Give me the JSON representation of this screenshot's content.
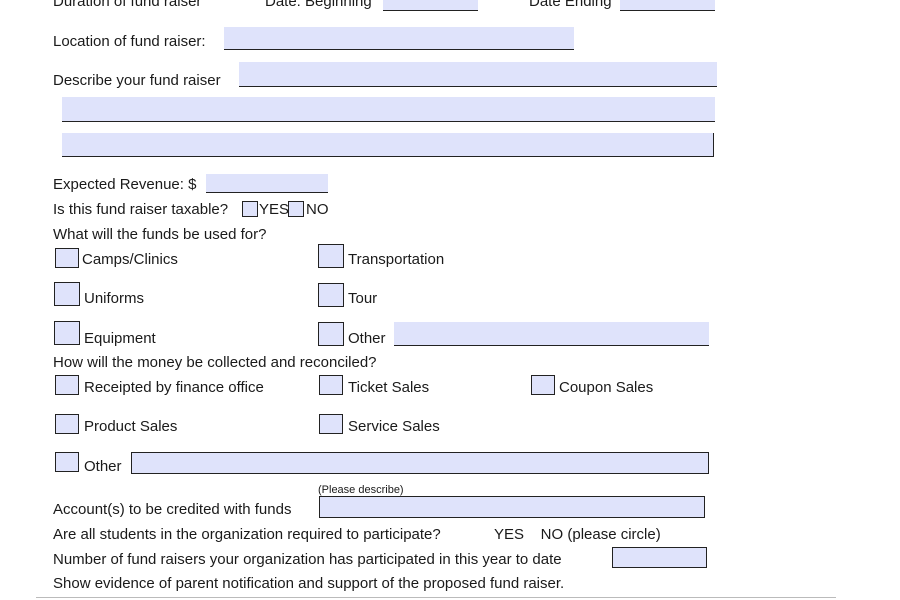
{
  "form": {
    "duration_label": "Duration of fund raiser",
    "date_beginning_label": "Date: Beginning",
    "date_ending_label": "Date Ending",
    "location_label": "Location of fund raiser:",
    "describe_label": "Describe your fund raiser",
    "expected_revenue_label": "Expected Revenue: $",
    "taxable_label": "Is this fund raiser taxable?",
    "yes_label": "YES",
    "no_label": "NO",
    "funds_used_question": "What will the funds be used for?",
    "uses": {
      "camps": "Camps/Clinics",
      "transportation": "Transportation",
      "uniforms": "Uniforms",
      "tour": "Tour",
      "equipment": "Equipment",
      "other": "Other"
    },
    "collected_question": "How will the money be collected and reconciled?",
    "collection": {
      "receipted": "Receipted by finance office",
      "ticket": "Ticket Sales",
      "coupon": "Coupon Sales",
      "product": "Product Sales",
      "service": "Service Sales",
      "other": "Other"
    },
    "please_describe": "(Please describe)",
    "accounts_label": "Account(s) to be credited with funds",
    "students_question": "Are all students in the organization required to participate?",
    "students_options": "YES    NO (please circle)",
    "count_label": "Number of fund raisers your organization has participated in this year to date",
    "evidence_label": "Show evidence of parent notification and support of the proposed fund raiser."
  }
}
